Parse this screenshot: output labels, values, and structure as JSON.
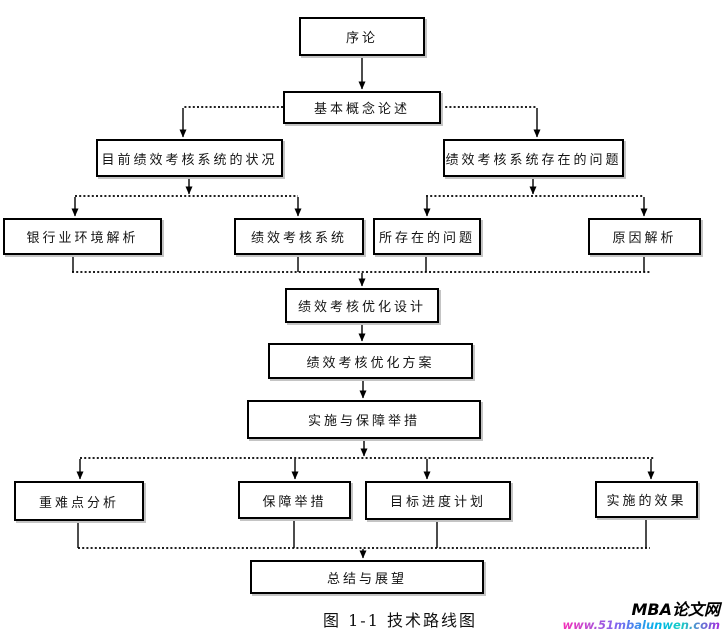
{
  "figure": {
    "caption": "图 1-1 技术路线图"
  },
  "watermark": {
    "site_name": "MBA论文网",
    "site_url": "www.51mbalunwen.com"
  },
  "palette": {
    "line_color": "#000000",
    "box_border": "#000000",
    "box_background": "#ffffff",
    "url_gradient": [
      "#f531b8",
      "#7d66f0",
      "#00b4ea",
      "#a52be0"
    ]
  },
  "flowchart": {
    "nodes": {
      "intro": {
        "label": "序论"
      },
      "basic_concepts": {
        "label": "基本概念论述"
      },
      "current_status": {
        "label": "目前绩效考核系统的状况"
      },
      "existing_problems": {
        "label": "绩效考核系统存在的问题"
      },
      "banking_env": {
        "label": "银行业环境解析"
      },
      "perf_system": {
        "label": "绩效考核系统"
      },
      "problems": {
        "label": "所存在的问题"
      },
      "cause_analysis": {
        "label": "原因解析"
      },
      "opt_design": {
        "label": "绩效考核优化设计"
      },
      "opt_plan": {
        "label": "绩效考核优化方案"
      },
      "impl_safeguard": {
        "label": "实施与保障举措"
      },
      "key_difficulty": {
        "label": "重难点分析"
      },
      "safeguard": {
        "label": "保障举措"
      },
      "schedule": {
        "label": "目标进度计划"
      },
      "impl_effect": {
        "label": "实施的效果"
      },
      "summary": {
        "label": "总结与展望"
      }
    },
    "edges": [
      {
        "from": "intro",
        "to": "basic_concepts",
        "style": "solid"
      },
      {
        "from": "basic_concepts",
        "to": "current_status",
        "style": "dotted"
      },
      {
        "from": "basic_concepts",
        "to": "existing_problems",
        "style": "dotted"
      },
      {
        "from": "current_status",
        "to": "banking_env",
        "style": "dotted"
      },
      {
        "from": "current_status",
        "to": "perf_system",
        "style": "dotted"
      },
      {
        "from": "existing_problems",
        "to": "problems",
        "style": "dotted"
      },
      {
        "from": "existing_problems",
        "to": "cause_analysis",
        "style": "dotted"
      },
      {
        "from": "banking_env",
        "to": "opt_design",
        "style": "dotted"
      },
      {
        "from": "perf_system",
        "to": "opt_design",
        "style": "dotted"
      },
      {
        "from": "problems",
        "to": "opt_design",
        "style": "dotted"
      },
      {
        "from": "cause_analysis",
        "to": "opt_design",
        "style": "dotted"
      },
      {
        "from": "opt_design",
        "to": "opt_plan",
        "style": "solid"
      },
      {
        "from": "opt_plan",
        "to": "impl_safeguard",
        "style": "solid"
      },
      {
        "from": "impl_safeguard",
        "to": "key_difficulty",
        "style": "dotted"
      },
      {
        "from": "impl_safeguard",
        "to": "safeguard",
        "style": "dotted"
      },
      {
        "from": "impl_safeguard",
        "to": "schedule",
        "style": "dotted"
      },
      {
        "from": "impl_safeguard",
        "to": "impl_effect",
        "style": "dotted"
      },
      {
        "from": "key_difficulty",
        "to": "summary",
        "style": "dotted"
      },
      {
        "from": "safeguard",
        "to": "summary",
        "style": "dotted"
      },
      {
        "from": "schedule",
        "to": "summary",
        "style": "dotted"
      },
      {
        "from": "impl_effect",
        "to": "summary",
        "style": "dotted"
      }
    ]
  }
}
